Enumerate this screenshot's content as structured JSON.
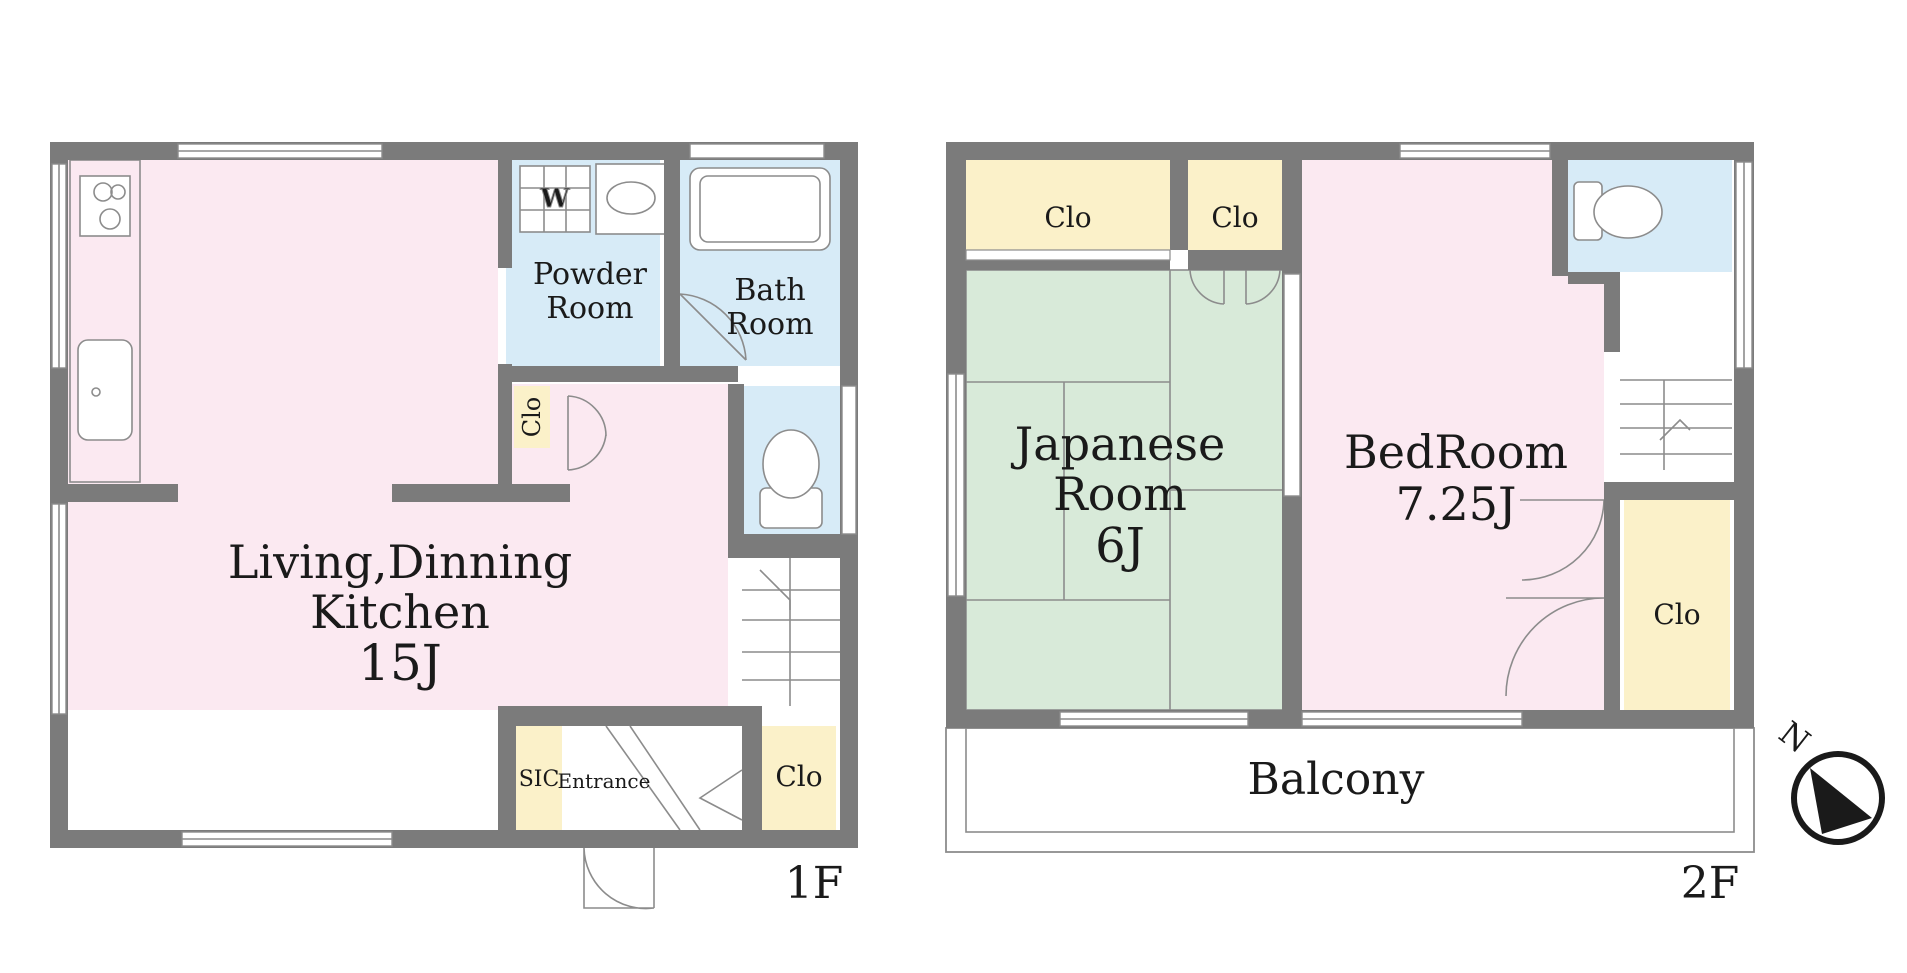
{
  "floor1": {
    "floor_label": "1F",
    "rooms": {
      "ldk_line1": "Living,Dinning",
      "ldk_line2": "Kitchen",
      "ldk_size": "15J",
      "powder_line1": "Powder",
      "powder_line2": "Room",
      "bath_line1": "Bath",
      "bath_line2": "Room",
      "clo_small": "Clo",
      "sic": "SIC",
      "entrance": "Entrance",
      "clo_entrance": "Clo",
      "washer_mark": "W"
    }
  },
  "floor2": {
    "floor_label": "2F",
    "rooms": {
      "clo_a": "Clo",
      "clo_b": "Clo",
      "japanese_line1": "Japanese",
      "japanese_line2": "Room",
      "japanese_size": "6J",
      "bed_line1": "BedRoom",
      "bed_size": "7.25J",
      "clo_bed": "Clo",
      "balcony": "Balcony"
    }
  },
  "compass": {
    "north_label": "N"
  },
  "colors": {
    "living": "#fbe9f1",
    "wet": "#d7ebf7",
    "closet": "#fbf1c9",
    "tatami": "#d8ead9",
    "wall": "#7b7b7b"
  }
}
